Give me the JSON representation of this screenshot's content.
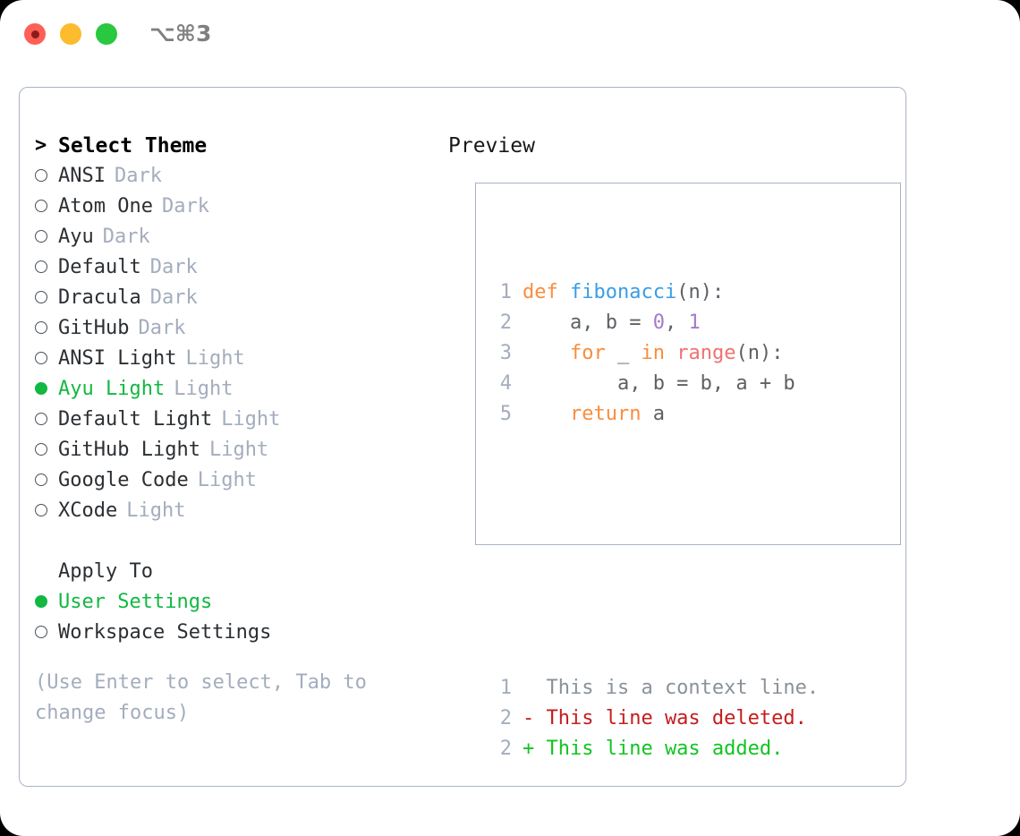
{
  "window": {
    "title": "⌥⌘3",
    "controls": [
      {
        "name": "close",
        "color": "#ff5f57"
      },
      {
        "name": "minimize",
        "color": "#fdbc2e"
      },
      {
        "name": "maximize",
        "color": "#28c840"
      }
    ]
  },
  "theme_selector": {
    "heading_marker": ">",
    "heading": "Select Theme",
    "items": [
      {
        "marker": "○",
        "selected": false,
        "label": "ANSI",
        "badge": "Dark"
      },
      {
        "marker": "○",
        "selected": false,
        "label": "Atom One",
        "badge": "Dark"
      },
      {
        "marker": "○",
        "selected": false,
        "label": "Ayu",
        "badge": "Dark"
      },
      {
        "marker": "○",
        "selected": false,
        "label": "Default",
        "badge": "Dark"
      },
      {
        "marker": "○",
        "selected": false,
        "label": "Dracula",
        "badge": "Dark"
      },
      {
        "marker": "○",
        "selected": false,
        "label": "GitHub",
        "badge": "Dark"
      },
      {
        "marker": "○",
        "selected": false,
        "label": "ANSI Light",
        "badge": "Light"
      },
      {
        "marker": "●",
        "selected": true,
        "label": "Ayu Light",
        "badge": "Light"
      },
      {
        "marker": "○",
        "selected": false,
        "label": "Default Light",
        "badge": "Light"
      },
      {
        "marker": "○",
        "selected": false,
        "label": "GitHub Light",
        "badge": "Light"
      },
      {
        "marker": "○",
        "selected": false,
        "label": "Google Code",
        "badge": "Light"
      },
      {
        "marker": "○",
        "selected": false,
        "label": "XCode",
        "badge": "Light"
      }
    ]
  },
  "apply_to": {
    "heading": "Apply To",
    "items": [
      {
        "marker": "●",
        "selected": true,
        "label": "User Settings"
      },
      {
        "marker": "○",
        "selected": false,
        "label": "Workspace Settings"
      }
    ]
  },
  "hint": "(Use Enter to select, Tab to change focus)",
  "preview": {
    "title": "Preview",
    "code_lines": [
      {
        "number": "1",
        "tokens": [
          {
            "text": "def ",
            "type": "kw"
          },
          {
            "text": "fibonacci",
            "type": "fn"
          },
          {
            "text": "(n):",
            "type": "pun"
          }
        ]
      },
      {
        "number": "2",
        "tokens": [
          {
            "text": "    a, b = ",
            "type": "txt"
          },
          {
            "text": "0",
            "type": "num"
          },
          {
            "text": ", ",
            "type": "pun"
          },
          {
            "text": "1",
            "type": "num"
          }
        ]
      },
      {
        "number": "3",
        "tokens": [
          {
            "text": "    ",
            "type": "txt"
          },
          {
            "text": "for",
            "type": "kw"
          },
          {
            "text": " _ ",
            "type": "txt"
          },
          {
            "text": "in",
            "type": "kw"
          },
          {
            "text": " ",
            "type": "txt"
          },
          {
            "text": "range",
            "type": "call"
          },
          {
            "text": "(n):",
            "type": "pun"
          }
        ]
      },
      {
        "number": "4",
        "tokens": [
          {
            "text": "        a, b = b, a + b",
            "type": "txt"
          }
        ]
      },
      {
        "number": "5",
        "tokens": [
          {
            "text": "    ",
            "type": "txt"
          },
          {
            "text": "return",
            "type": "kw"
          },
          {
            "text": " a",
            "type": "txt"
          }
        ]
      }
    ],
    "diff_lines": [
      {
        "number": "1",
        "sign": " ",
        "text": " This is a context line.",
        "kind": "ctx"
      },
      {
        "number": "2",
        "sign": "-",
        "text": " This line was deleted.",
        "kind": "del"
      },
      {
        "number": "2",
        "sign": "+",
        "text": " This line was added.",
        "kind": "add"
      }
    ]
  },
  "colors": {
    "accent_green": "#12b841",
    "muted": "#a3adbd",
    "border": "#a8b3c4",
    "syntax_keyword": "#fa8d3e",
    "syntax_function": "#399ee6",
    "syntax_number": "#a37acc",
    "syntax_call": "#f07171",
    "syntax_text": "#5c6166",
    "diff_context": "#8a9199",
    "diff_deleted": "#c41d1d",
    "diff_added": "#12c421"
  }
}
